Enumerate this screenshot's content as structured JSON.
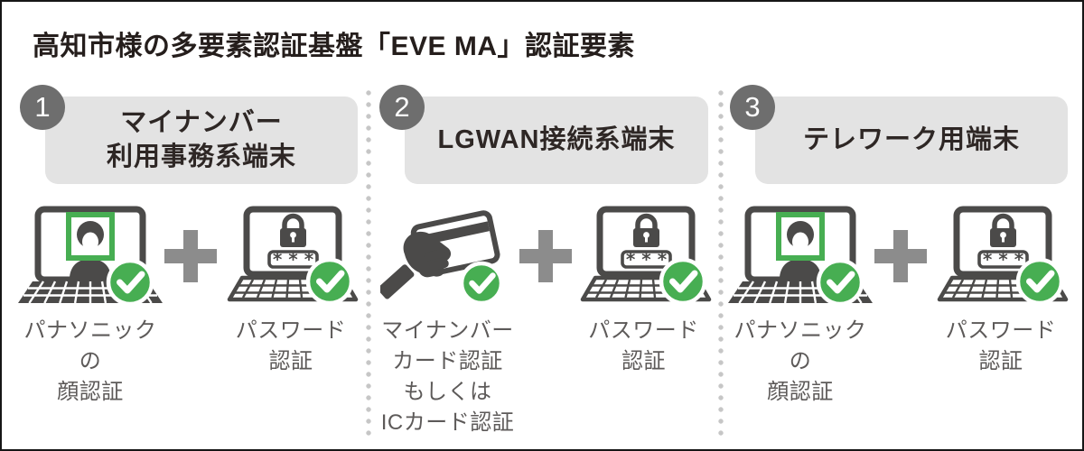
{
  "title": "高知市様の多要素認証基盤「EVE MA」認証要素",
  "colors": {
    "accent_green": "#47ae52",
    "icon_dark": "#4b4a49",
    "badge_gray": "#6e6e6e",
    "header_box_bg": "#e3e3e3",
    "label_gray": "#5d5a59",
    "plus_gray": "#8c8c8c",
    "divider_dot_gray": "#c6c6c6"
  },
  "columns": [
    {
      "number": "1",
      "header": "マイナンバー\n利用事務系端末",
      "operator": "+",
      "factor1": {
        "icon": "face-recognition-laptop-icon",
        "status_icon": "check-icon",
        "label": "パナソニックの\n顔認証"
      },
      "factor2": {
        "icon": "password-laptop-icon",
        "status_icon": "check-icon",
        "label": "パスワード\n認証"
      }
    },
    {
      "number": "2",
      "header": "LGWAN接続系端末",
      "operator": "+",
      "factor1": {
        "icon": "ic-card-hand-icon",
        "status_icon": "check-icon",
        "label": "マイナンバー\nカード認証\nもしくは\nICカード認証"
      },
      "factor2": {
        "icon": "password-laptop-icon",
        "status_icon": "check-icon",
        "label": "パスワード\n認証"
      }
    },
    {
      "number": "3",
      "header": "テレワーク用端末",
      "operator": "+",
      "factor1": {
        "icon": "face-recognition-laptop-icon",
        "status_icon": "check-icon",
        "label": "パナソニックの\n顔認証"
      },
      "factor2": {
        "icon": "password-laptop-icon",
        "status_icon": "check-icon",
        "label": "パスワード\n認証"
      }
    }
  ]
}
